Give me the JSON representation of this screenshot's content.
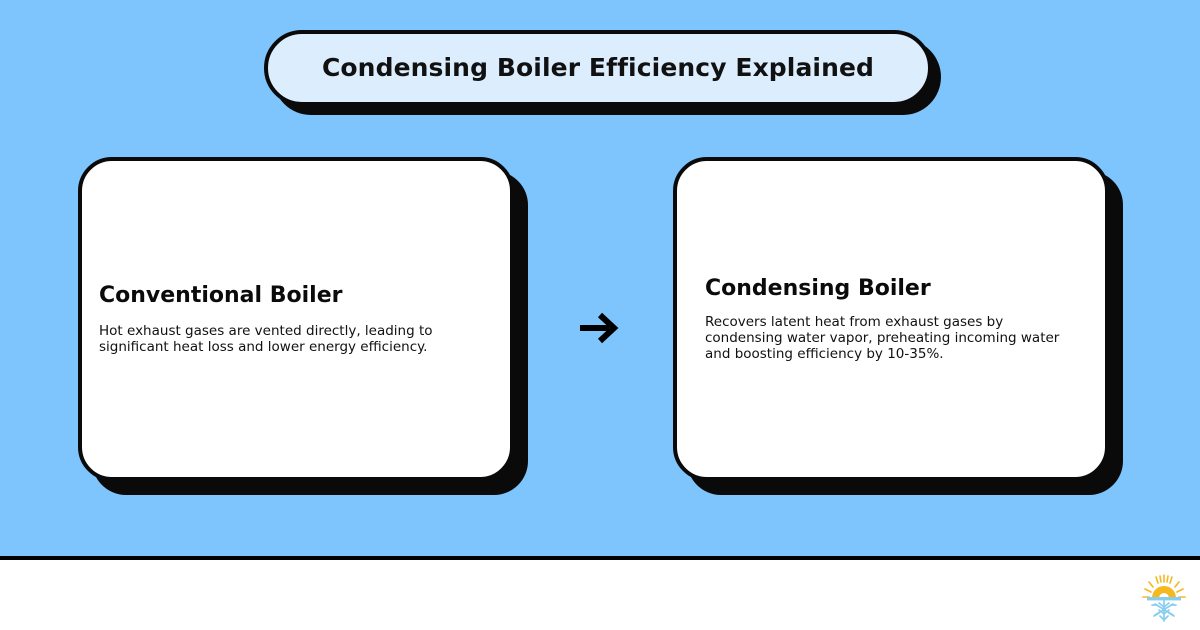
{
  "page": {
    "background_color": "#7ec4fd",
    "footer_background_color": "#ffffff",
    "accent_border_color": "#0a0a0a"
  },
  "header": {
    "title": "Condensing Boiler Efficiency Explained",
    "pill_fill_color": "#dcedfd"
  },
  "comparison": {
    "cards": [
      {
        "title": "Conventional Boiler",
        "body": "Hot exhaust gases are vented directly, leading to significant heat loss and lower energy efficiency."
      },
      {
        "title": "Condensing Boiler",
        "body": "Recovers latent heat from exhaust gases by condensing water vapor, preheating incoming water and boosting efficiency by 10-35%."
      }
    ],
    "connector_icon": "arrow-right-icon"
  },
  "footer": {
    "logo": {
      "icon": "sun-snowflake-logo-icon",
      "sun_color": "#f5b81f",
      "snowflake_color": "#87cdf0"
    }
  }
}
